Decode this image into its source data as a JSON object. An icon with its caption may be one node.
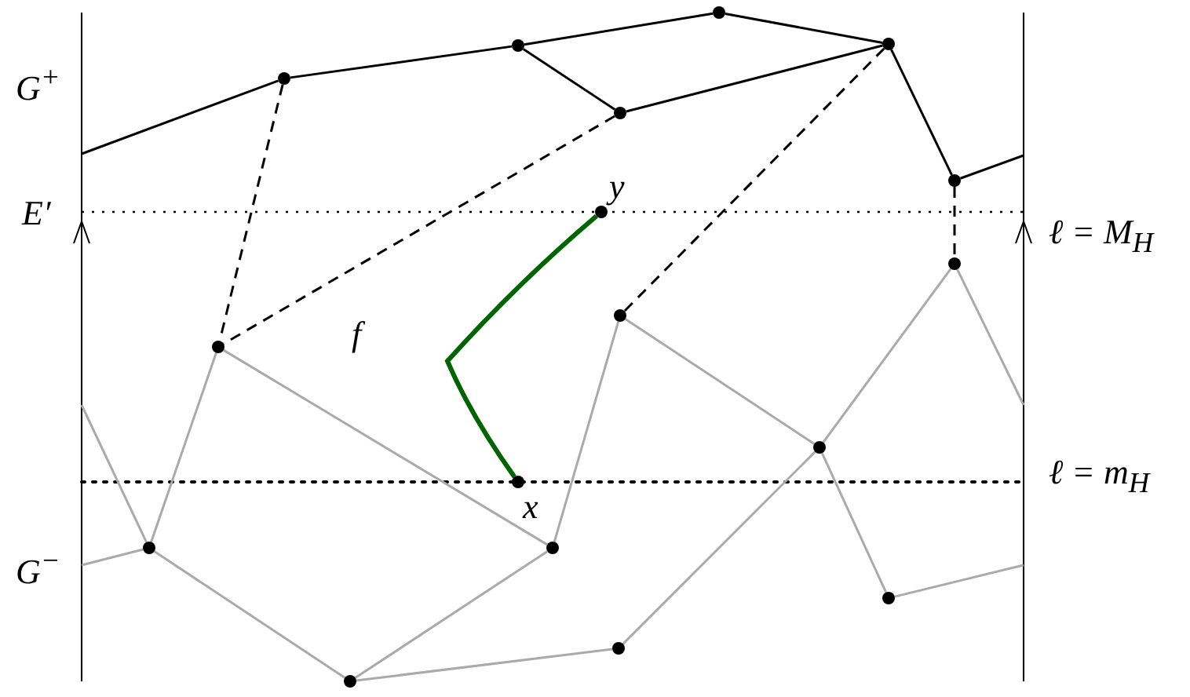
{
  "diagram": {
    "nodes": [
      {
        "text": [],
        "shape": "circle"
      },
      {
        "text": [],
        "shape": "circle"
      },
      {
        "text": [],
        "shape": "circle"
      },
      {
        "text": [],
        "shape": "circle"
      },
      {
        "text": [],
        "shape": "circle"
      },
      {
        "text": [],
        "shape": "circle"
      },
      {
        "text": [],
        "shape": "circle",
        "beside": [
          "y"
        ]
      },
      {
        "text": [],
        "shape": "circle"
      },
      {
        "text": [],
        "shape": "circle"
      },
      {
        "text": [],
        "shape": "circle"
      },
      {
        "text": [],
        "shape": "circle"
      },
      {
        "text": [],
        "shape": "circle",
        "beside": [
          "x"
        ]
      },
      {
        "text": [],
        "shape": "circle"
      },
      {
        "text": [],
        "shape": "circle"
      },
      {
        "text": [],
        "shape": "circle"
      },
      {
        "text": [],
        "shape": "circle"
      },
      {
        "text": [],
        "shape": "circle"
      }
    ],
    "edges": [
      {
        "from": null,
        "to": 3,
        "arrow": "none",
        "color": "#000000"
      },
      {
        "from": 3,
        "to": 2,
        "arrow": "none",
        "color": "#000000"
      },
      {
        "from": 2,
        "to": 0,
        "arrow": "none",
        "color": "#000000"
      },
      {
        "from": 0,
        "to": 1,
        "arrow": "none",
        "color": "#000000"
      },
      {
        "from": 2,
        "to": 4,
        "arrow": "none",
        "color": "#000000"
      },
      {
        "from": 4,
        "to": 1,
        "arrow": "none",
        "color": "#000000"
      },
      {
        "from": 1,
        "to": 5,
        "arrow": "none",
        "color": "#000000"
      },
      {
        "from": 5,
        "to": null,
        "arrow": "none",
        "color": "#000000"
      },
      {
        "from": 3,
        "to": 9,
        "arrow": "none",
        "style": "dashed",
        "color": "#000000"
      },
      {
        "from": 4,
        "to": 9,
        "arrow": "none",
        "style": "dashed",
        "color": "#000000"
      },
      {
        "from": 1,
        "to": 8,
        "arrow": "none",
        "style": "dashed",
        "color": "#000000"
      },
      {
        "from": 5,
        "to": 7,
        "arrow": "none",
        "style": "dashed",
        "color": "#000000"
      },
      {
        "from": null,
        "to": 12,
        "arrow": "none"
      },
      {
        "from": 9,
        "to": 12,
        "arrow": "none"
      },
      {
        "from": 9,
        "to": 13,
        "arrow": "none"
      },
      {
        "from": null,
        "to": 12,
        "arrow": "none"
      },
      {
        "from": 12,
        "to": 16,
        "arrow": "none"
      },
      {
        "from": 16,
        "to": 13,
        "arrow": "none"
      },
      {
        "from": 16,
        "to": 15,
        "arrow": "none"
      },
      {
        "from": 13,
        "to": 8,
        "arrow": "none"
      },
      {
        "from": 8,
        "to": 10,
        "arrow": "none"
      },
      {
        "from": 10,
        "to": 7,
        "arrow": "none"
      },
      {
        "from": 10,
        "to": 15,
        "arrow": "none"
      },
      {
        "from": 10,
        "to": 14,
        "arrow": "none"
      },
      {
        "from": 14,
        "to": null,
        "arrow": "none"
      },
      {
        "from": 7,
        "to": null,
        "arrow": "none"
      },
      {
        "from": 11,
        "to": 6,
        "arrow": "none",
        "style": "thick",
        "color": "#006400"
      }
    ],
    "labels": [
      "G$^{+}$",
      "E′",
      "ℓ = M$_{H}$",
      "f",
      "ℓ = m$_{H}$",
      "G$^{−}$"
    ]
  }
}
